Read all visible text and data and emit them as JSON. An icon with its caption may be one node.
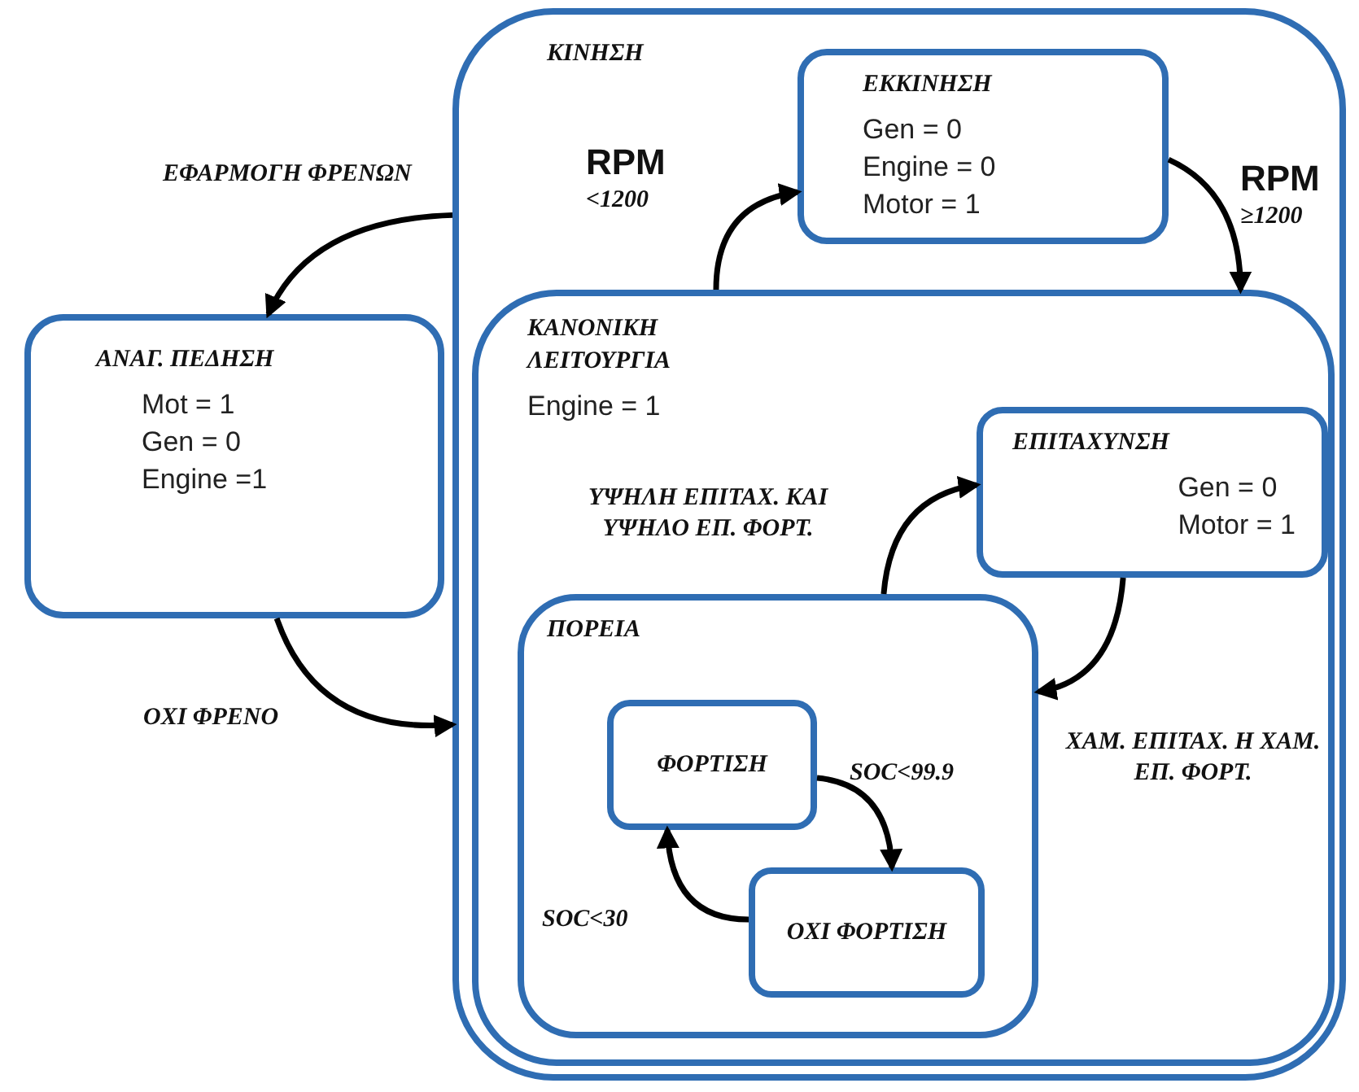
{
  "diagram": {
    "nodes": [
      {
        "text": [
          "ΚΙΝΗΣΗ"
        ]
      },
      {
        "text": [
          "ΕΚΚΙΝΗΣΗ",
          "Gen = 0",
          "Engine = 0",
          "Motor = 1"
        ],
        "in": 0
      },
      {
        "text": [
          "ΚΑΝΟΝΙΚΗ ΛΕΙΤΟΥΡΓΙΑ",
          "Engine = 1"
        ],
        "in": 0
      },
      {
        "text": [
          "ΕΠΙΤΑΧΥΝΣΗ",
          "Gen = 0",
          "Motor = 1"
        ],
        "in": 2
      },
      {
        "text": [
          "ΠΟΡΕΙΑ"
        ],
        "in": 2
      },
      {
        "text": [
          "ΦΟΡΤΙΣΗ"
        ],
        "in": 4
      },
      {
        "text": [
          "ΟΧΙ ΦΟΡΤΙΣΗ"
        ],
        "in": 4
      },
      {
        "text": [
          "ΑΝΑΓ. ΠΕΔΗΣΗ",
          "Mot = 1",
          "Gen = 0",
          "Engine =1"
        ]
      }
    ],
    "edges": [
      {
        "from": 0,
        "to": 7,
        "arrow": "to",
        "label": "ΕΦΑΡΜΟΓΗ ΦΡΕΝΩΝ"
      },
      {
        "from": 7,
        "to": 0,
        "arrow": "to",
        "label": "ΟΧΙ ΦΡΕΝΟ"
      },
      {
        "from": 2,
        "to": 1,
        "arrow": "to",
        "label": "**RPM** <1200"
      },
      {
        "from": 1,
        "to": 2,
        "arrow": "to",
        "label": "**RPM** ≥1200"
      },
      {
        "from": 4,
        "to": 3,
        "arrow": "to",
        "label": "ΥΨΗΛΗ ΕΠΙΤΑΧ. ΚΑΙ ΥΨΗΛΟ ΕΠ. ΦΟΡΤ."
      },
      {
        "from": 3,
        "to": 4,
        "arrow": "to",
        "label": "ΧΑΜ. ΕΠΙΤΑΧ. Η ΧΑΜ. ΕΠ. ΦΟΡΤ."
      },
      {
        "from": 5,
        "to": 6,
        "arrow": "to",
        "label": "SOC<99.9"
      },
      {
        "from": 6,
        "to": 5,
        "arrow": "to",
        "label": "SOC<30"
      }
    ]
  }
}
